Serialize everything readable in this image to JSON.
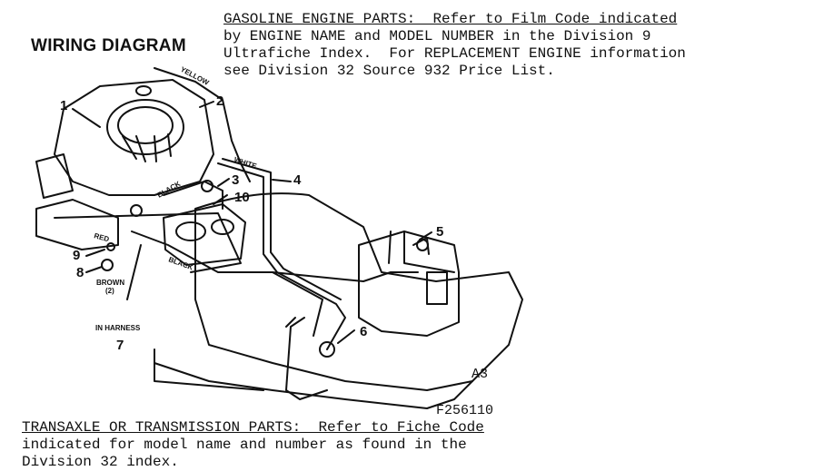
{
  "diagram_title": "WIRING DIAGRAM",
  "engine_note": {
    "line1": "GASOLINE ENGINE PARTS:  Refer to Film Code indicated",
    "line2": "by ENGINE NAME and MODEL NUMBER in the Division 9",
    "line3": "Ultrafiche Index.  For REPLACEMENT ENGINE information",
    "line4": "see Division 32 Source 932 Price List."
  },
  "wire_colors": {
    "yellow": "YELLOW",
    "black": "BLACK",
    "white": "WHITE",
    "red": "RED",
    "brown": "BROWN",
    "brown_qty": "(2)",
    "in_harness": "IN HARNESS"
  },
  "callouts": [
    "1",
    "2",
    "3",
    "4",
    "5",
    "6",
    "7",
    "8",
    "9",
    "10"
  ],
  "view_code": "A3",
  "figure_code": "F256110",
  "transaxle_note": {
    "line1": "TRANSAXLE OR TRANSMISSION PARTS:  Refer to Fiche Code",
    "line2": "indicated for model name and number as found in the",
    "line3": "Division 32 index."
  }
}
